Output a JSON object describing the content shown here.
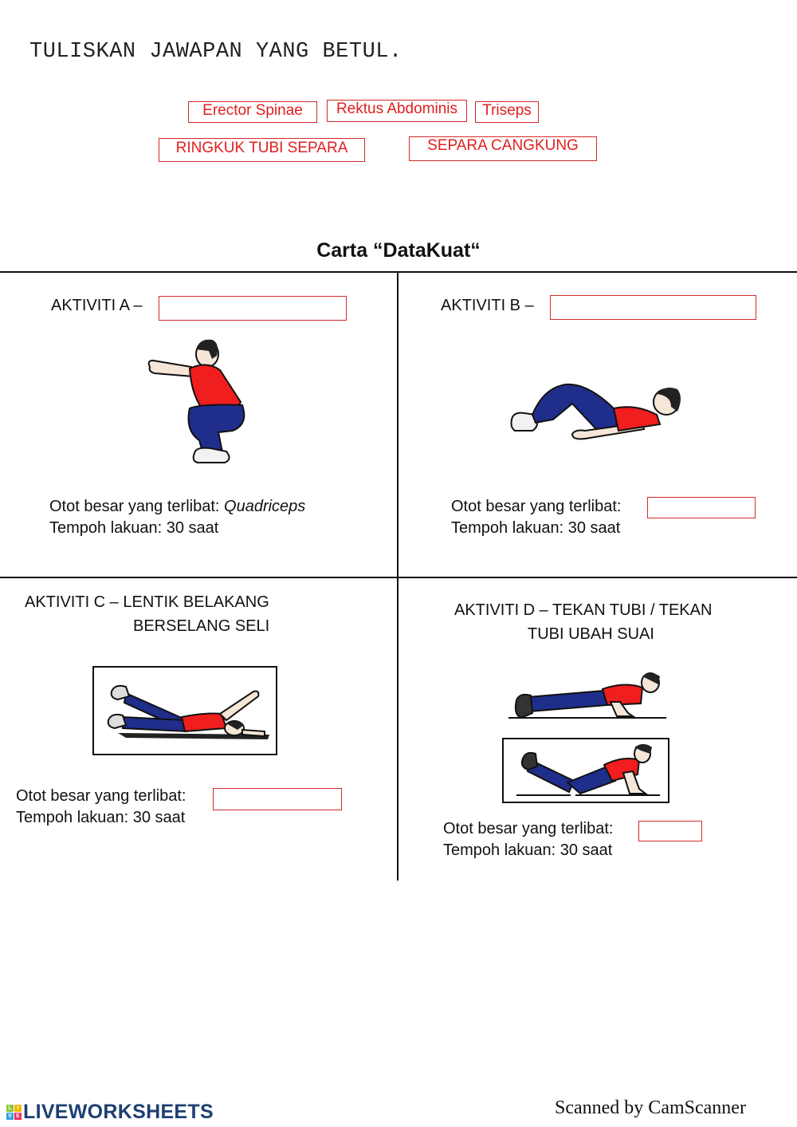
{
  "instruction": "TULISKAN JAWAPAN YANG BETUL.",
  "word_bank": {
    "items": [
      {
        "label": "Erector Spinae"
      },
      {
        "label": "Rektus Abdominis"
      },
      {
        "label": "Triseps"
      },
      {
        "label": "RINGKUK TUBI SEPARA"
      },
      {
        "label": "SEPARA CANGKUNG"
      }
    ]
  },
  "chart": {
    "title": "Carta “DataKuat“",
    "activities": [
      {
        "id": "A",
        "heading": "AKTIVITI A –",
        "name_answer": "",
        "muscle_label": "Otot besar yang terlibat:",
        "muscle_value": "Quadriceps",
        "duration": "Tempoh lakuan: 30 saat"
      },
      {
        "id": "B",
        "heading": "AKTIVITI B –",
        "name_answer": "",
        "muscle_label": "Otot besar yang terlibat:",
        "muscle_answer": "",
        "duration": "Tempoh lakuan: 30 saat"
      },
      {
        "id": "C",
        "heading_line1": "AKTIVITI C – LENTIK BELAKANG",
        "heading_line2": "BERSELANG SELI",
        "muscle_label": "Otot besar yang terlibat:",
        "muscle_answer": "",
        "duration": "Tempoh lakuan: 30 saat"
      },
      {
        "id": "D",
        "heading_line1": "AKTIVITI D – TEKAN TUBI / TEKAN",
        "heading_line2": "TUBI UBAH SUAI",
        "muscle_label": "Otot besar yang terlibat:",
        "muscle_answer": "",
        "duration": "Tempoh lakuan: 30 saat"
      }
    ]
  },
  "footer": {
    "logo_letters": [
      "L",
      "I",
      "V",
      "E"
    ],
    "logo_text": "LIVEWORKSHEETS",
    "scanner_text": "Scanned by CamScanner"
  },
  "colors": {
    "answer_red": "#d42a2a",
    "shirt_red": "#f01e1e",
    "pants_blue": "#1f2e8a",
    "logo_navy": "#1d3f73"
  }
}
